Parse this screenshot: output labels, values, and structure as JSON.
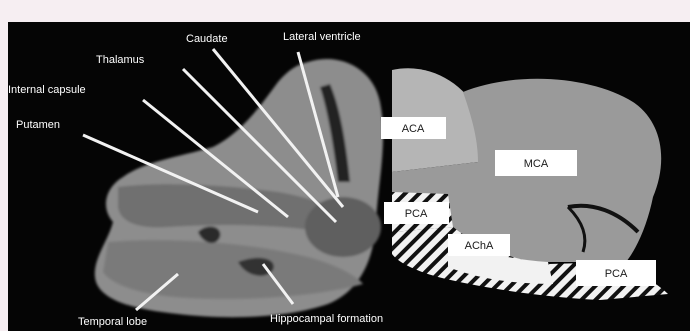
{
  "figure": {
    "labels": {
      "caudate": "Caudate",
      "lateral_ventricle": "Lateral ventricle",
      "thalamus": "Thalamus",
      "internal_capsule": "Internal capsule",
      "putamen": "Putamen",
      "temporal_lobe": "Temporal lobe",
      "hippocampal_formation": "Hippocampal formation"
    },
    "territories": {
      "aca": "ACA",
      "mca": "MCA",
      "pca_upper": "PCA",
      "acha": "AChA",
      "pca_lower": "PCA"
    }
  },
  "colors": {
    "page_background": "#f6eef2",
    "figure_background": "#050505",
    "tissue_gray": "#8d8d8d",
    "aca_region": "#b5b5b5",
    "mca_region": "#9a9a9a",
    "pca_region": "#f2f2f2"
  }
}
